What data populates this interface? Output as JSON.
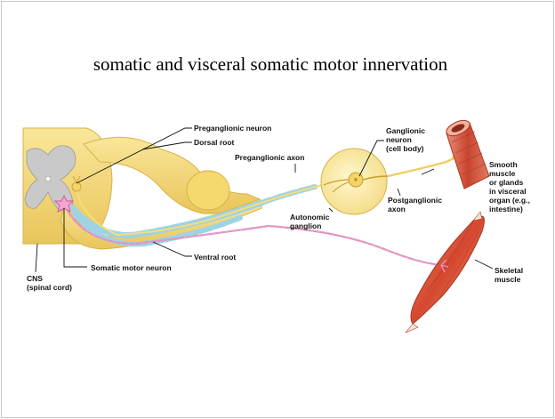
{
  "slide": {
    "title": "somatic and visceral somatic motor innervation"
  },
  "labels": {
    "preganglionic_neuron": "Preganglionic neuron",
    "dorsal_root": "Dorsal root",
    "preganglionic_axon": "Preganglionic axon",
    "ganglionic_neuron": [
      "Ganglionic",
      "neuron",
      "(cell body)"
    ],
    "smooth_muscle": [
      "Smooth",
      "muscle",
      "or glands",
      "in visceral",
      "organ (e.g.,",
      "intestine)"
    ],
    "postganglionic_axon": [
      "Postganglionic",
      "axon"
    ],
    "autonomic_ganglion": [
      "Autonomic",
      "ganglion"
    ],
    "ventral_root": "Ventral root",
    "somatic_motor_neuron": "Somatic motor neuron",
    "cns": [
      "CNS",
      "(spinal cord)"
    ],
    "skeletal_muscle": [
      "Skeletal",
      "muscle"
    ]
  },
  "colors": {
    "nerve_yellow": "#f3d877",
    "myelin_blue": "#9fd3e3",
    "axon_pink": "#e98fc0",
    "muscle_red": "#d7573f"
  }
}
